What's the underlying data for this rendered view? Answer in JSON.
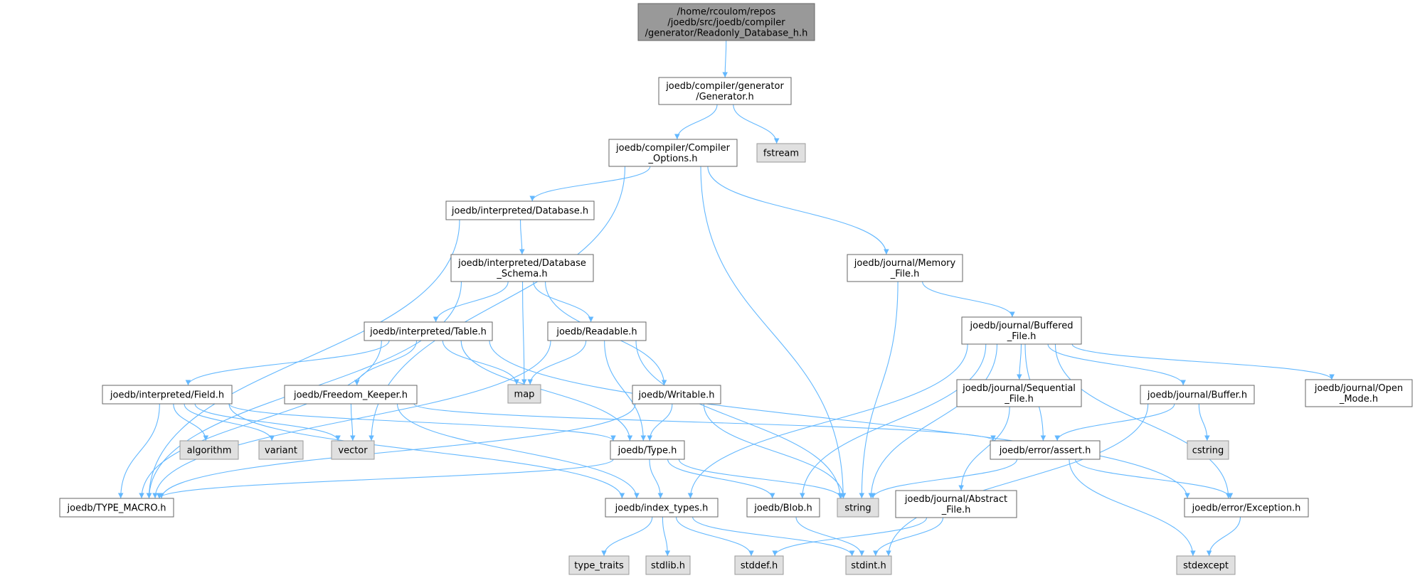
{
  "colors": {
    "edge": "#63b8ff",
    "node_border": "#666666",
    "focus_fill": "#999999",
    "focus_border": "#666666",
    "file_fill": "#ffffff",
    "system_fill": "#e0e0e0",
    "system_border": "#999999",
    "text": "#000000"
  },
  "nodes": [
    {
      "id": "readonly",
      "kind": "focus",
      "lines": [
        "/home/rcoulom/repos",
        "/joedb/src/joedb/compiler",
        "/generator/Readonly_Database_h.h"
      ]
    },
    {
      "id": "generator",
      "kind": "file",
      "lines": [
        "joedb/compiler/generator",
        "/Generator.h"
      ]
    },
    {
      "id": "fstream",
      "kind": "system",
      "lines": [
        "fstream"
      ]
    },
    {
      "id": "compiler_options",
      "kind": "file",
      "lines": [
        "joedb/compiler/Compiler",
        "_Options.h"
      ]
    },
    {
      "id": "interp_database",
      "kind": "file",
      "lines": [
        "joedb/interpreted/Database.h"
      ]
    },
    {
      "id": "database_schema",
      "kind": "file",
      "lines": [
        "joedb/interpreted/Database",
        "_Schema.h"
      ]
    },
    {
      "id": "memory_file",
      "kind": "file",
      "lines": [
        "joedb/journal/Memory",
        "_File.h"
      ]
    },
    {
      "id": "buffered_file",
      "kind": "file",
      "lines": [
        "joedb/journal/Buffered",
        "_File.h"
      ]
    },
    {
      "id": "interp_table",
      "kind": "file",
      "lines": [
        "joedb/interpreted/Table.h"
      ]
    },
    {
      "id": "readable",
      "kind": "file",
      "lines": [
        "joedb/Readable.h"
      ]
    },
    {
      "id": "interp_field",
      "kind": "file",
      "lines": [
        "joedb/interpreted/Field.h"
      ]
    },
    {
      "id": "freedom_keeper",
      "kind": "file",
      "lines": [
        "joedb/Freedom_Keeper.h"
      ]
    },
    {
      "id": "map",
      "kind": "system",
      "lines": [
        "map"
      ]
    },
    {
      "id": "writable",
      "kind": "file",
      "lines": [
        "joedb/Writable.h"
      ]
    },
    {
      "id": "sequential_file",
      "kind": "file",
      "lines": [
        "joedb/journal/Sequential",
        "_File.h"
      ]
    },
    {
      "id": "buffer",
      "kind": "file",
      "lines": [
        "joedb/journal/Buffer.h"
      ]
    },
    {
      "id": "open_mode",
      "kind": "file",
      "lines": [
        "joedb/journal/Open",
        "_Mode.h"
      ]
    },
    {
      "id": "algorithm",
      "kind": "system",
      "lines": [
        "algorithm"
      ]
    },
    {
      "id": "variant",
      "kind": "system",
      "lines": [
        "variant"
      ]
    },
    {
      "id": "vector",
      "kind": "system",
      "lines": [
        "vector"
      ]
    },
    {
      "id": "type",
      "kind": "file",
      "lines": [
        "joedb/Type.h"
      ]
    },
    {
      "id": "assert",
      "kind": "file",
      "lines": [
        "joedb/error/assert.h"
      ]
    },
    {
      "id": "cstring",
      "kind": "system",
      "lines": [
        "cstring"
      ]
    },
    {
      "id": "type_macro",
      "kind": "file",
      "lines": [
        "joedb/TYPE_MACRO.h"
      ]
    },
    {
      "id": "index_types",
      "kind": "file",
      "lines": [
        "joedb/index_types.h"
      ]
    },
    {
      "id": "blob",
      "kind": "file",
      "lines": [
        "joedb/Blob.h"
      ]
    },
    {
      "id": "string",
      "kind": "system",
      "lines": [
        "string"
      ]
    },
    {
      "id": "abstract_file",
      "kind": "file",
      "lines": [
        "joedb/journal/Abstract",
        "_File.h"
      ]
    },
    {
      "id": "exception",
      "kind": "file",
      "lines": [
        "joedb/error/Exception.h"
      ]
    },
    {
      "id": "type_traits",
      "kind": "system",
      "lines": [
        "type_traits"
      ]
    },
    {
      "id": "stdlib",
      "kind": "system",
      "lines": [
        "stdlib.h"
      ]
    },
    {
      "id": "stddef",
      "kind": "system",
      "lines": [
        "stddef.h"
      ]
    },
    {
      "id": "stdint",
      "kind": "system",
      "lines": [
        "stdint.h"
      ]
    },
    {
      "id": "stdexcept",
      "kind": "system",
      "lines": [
        "stdexcept"
      ]
    }
  ],
  "edges": [
    [
      "readonly",
      "generator"
    ],
    [
      "generator",
      "compiler_options"
    ],
    [
      "generator",
      "fstream"
    ],
    [
      "compiler_options",
      "interp_database"
    ],
    [
      "compiler_options",
      "memory_file"
    ],
    [
      "compiler_options",
      "vector"
    ],
    [
      "compiler_options",
      "string"
    ],
    [
      "interp_database",
      "database_schema"
    ],
    [
      "interp_database",
      "type_macro"
    ],
    [
      "database_schema",
      "interp_table"
    ],
    [
      "database_schema",
      "readable"
    ],
    [
      "database_schema",
      "writable"
    ],
    [
      "database_schema",
      "map"
    ],
    [
      "database_schema",
      "type_macro"
    ],
    [
      "memory_file",
      "buffered_file"
    ],
    [
      "memory_file",
      "string"
    ],
    [
      "buffered_file",
      "sequential_file"
    ],
    [
      "buffered_file",
      "buffer"
    ],
    [
      "buffered_file",
      "open_mode"
    ],
    [
      "buffered_file",
      "assert"
    ],
    [
      "buffered_file",
      "exception"
    ],
    [
      "buffered_file",
      "index_types"
    ],
    [
      "buffered_file",
      "blob"
    ],
    [
      "buffered_file",
      "string"
    ],
    [
      "interp_table",
      "interp_field"
    ],
    [
      "interp_table",
      "freedom_keeper"
    ],
    [
      "interp_table",
      "map"
    ],
    [
      "interp_table",
      "type"
    ],
    [
      "interp_table",
      "type_macro"
    ],
    [
      "interp_table",
      "exception"
    ],
    [
      "readable",
      "map"
    ],
    [
      "readable",
      "type"
    ],
    [
      "readable",
      "type_macro"
    ],
    [
      "readable",
      "string"
    ],
    [
      "interp_field",
      "algorithm"
    ],
    [
      "interp_field",
      "variant"
    ],
    [
      "interp_field",
      "vector"
    ],
    [
      "interp_field",
      "type"
    ],
    [
      "interp_field",
      "type_macro"
    ],
    [
      "interp_field",
      "index_types"
    ],
    [
      "freedom_keeper",
      "vector"
    ],
    [
      "freedom_keeper",
      "index_types"
    ],
    [
      "freedom_keeper",
      "assert"
    ],
    [
      "writable",
      "type"
    ],
    [
      "writable",
      "type_macro"
    ],
    [
      "writable",
      "string"
    ],
    [
      "type",
      "index_types"
    ],
    [
      "type",
      "blob"
    ],
    [
      "type",
      "type_macro"
    ],
    [
      "type",
      "string"
    ],
    [
      "sequential_file",
      "abstract_file"
    ],
    [
      "buffer",
      "assert"
    ],
    [
      "buffer",
      "cstring"
    ],
    [
      "buffer",
      "stdint"
    ],
    [
      "assert",
      "exception"
    ],
    [
      "assert",
      "stdexcept"
    ],
    [
      "assert",
      "string"
    ],
    [
      "index_types",
      "type_traits"
    ],
    [
      "index_types",
      "stdlib"
    ],
    [
      "index_types",
      "stddef"
    ],
    [
      "index_types",
      "stdint"
    ],
    [
      "blob",
      "stdint"
    ],
    [
      "abstract_file",
      "stddef"
    ],
    [
      "abstract_file",
      "stdint"
    ],
    [
      "exception",
      "stdexcept"
    ]
  ]
}
